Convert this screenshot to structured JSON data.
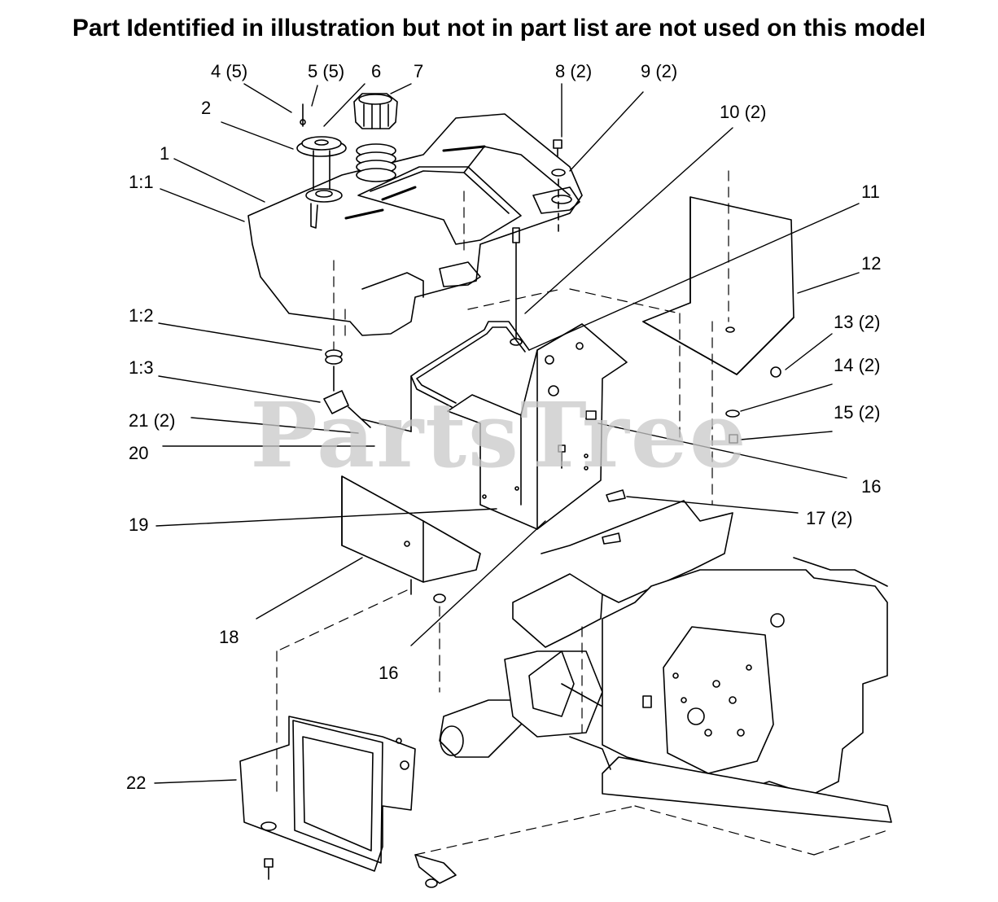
{
  "title": "Part Identified in illustration but not in part list are not used on this model",
  "watermark": "PartsTree",
  "callouts": [
    {
      "id": "c-4",
      "text": "4 (5)"
    },
    {
      "id": "c-5",
      "text": "5 (5)"
    },
    {
      "id": "c-6",
      "text": "6"
    },
    {
      "id": "c-7",
      "text": "7"
    },
    {
      "id": "c-2",
      "text": "2"
    },
    {
      "id": "c-1",
      "text": "1"
    },
    {
      "id": "c-1-1",
      "text": "1:1"
    },
    {
      "id": "c-8",
      "text": "8 (2)"
    },
    {
      "id": "c-9",
      "text": "9 (2)"
    },
    {
      "id": "c-10",
      "text": "10 (2)"
    },
    {
      "id": "c-11",
      "text": "11"
    },
    {
      "id": "c-12",
      "text": "12"
    },
    {
      "id": "c-1-2",
      "text": "1:2"
    },
    {
      "id": "c-1-3",
      "text": "1:3"
    },
    {
      "id": "c-13",
      "text": "13 (2)"
    },
    {
      "id": "c-14",
      "text": "14 (2)"
    },
    {
      "id": "c-21",
      "text": "21 (2)"
    },
    {
      "id": "c-15",
      "text": "15 (2)"
    },
    {
      "id": "c-20",
      "text": "20"
    },
    {
      "id": "c-16a",
      "text": "16"
    },
    {
      "id": "c-19",
      "text": "19"
    },
    {
      "id": "c-17",
      "text": "17 (2)"
    },
    {
      "id": "c-18",
      "text": "18"
    },
    {
      "id": "c-16b",
      "text": "16"
    },
    {
      "id": "c-22",
      "text": "22"
    }
  ]
}
